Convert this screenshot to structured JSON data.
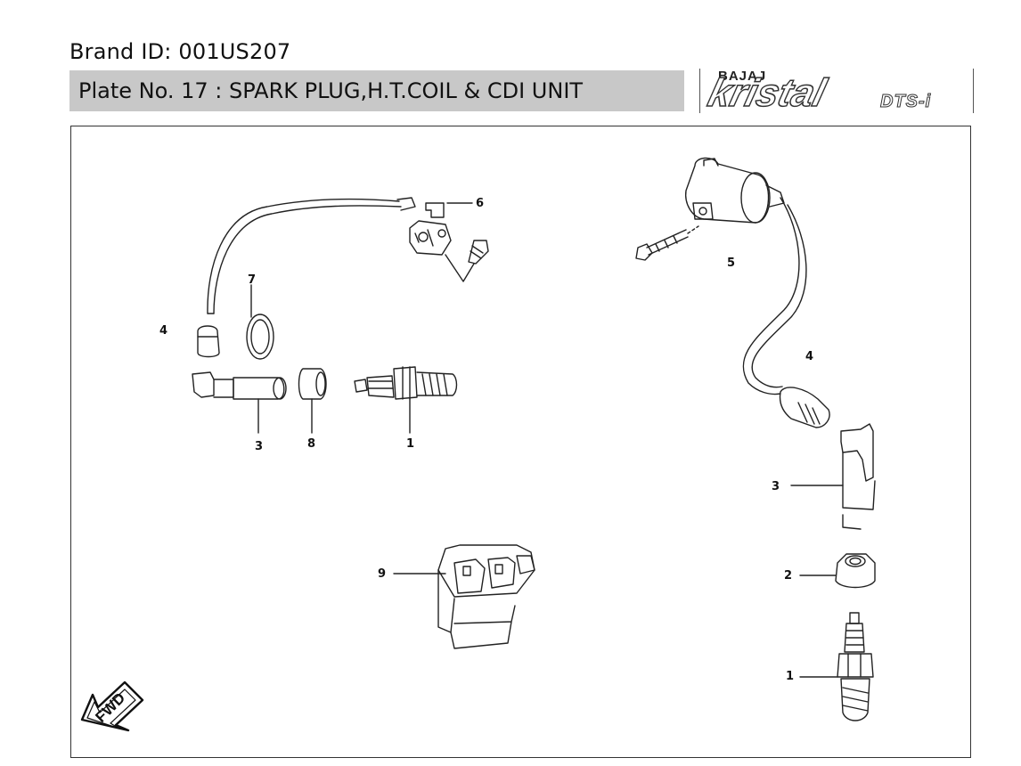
{
  "header": {
    "brand_id": "Brand ID: 001US207",
    "plate_title": "Plate No. 17  : SPARK PLUG,H.T.COIL & CDI UNIT"
  },
  "logo": {
    "make": "BAJAJ",
    "model": "kristal",
    "variant": "DTS-i"
  },
  "diagram": {
    "callouts": {
      "left_hose": "4",
      "left_clamp": "7",
      "left_cap": "3",
      "left_suppressor": "8",
      "left_plug": "1",
      "left_bracket": "6",
      "coil_bolt": "5",
      "right_hose": "4",
      "right_cap": "3",
      "right_washer": "2",
      "right_plug": "1",
      "cdi_unit": "9"
    },
    "direction_arrow": "FWD"
  },
  "colors": {
    "title_bar": "#c8c8c8",
    "line": "#222222"
  }
}
